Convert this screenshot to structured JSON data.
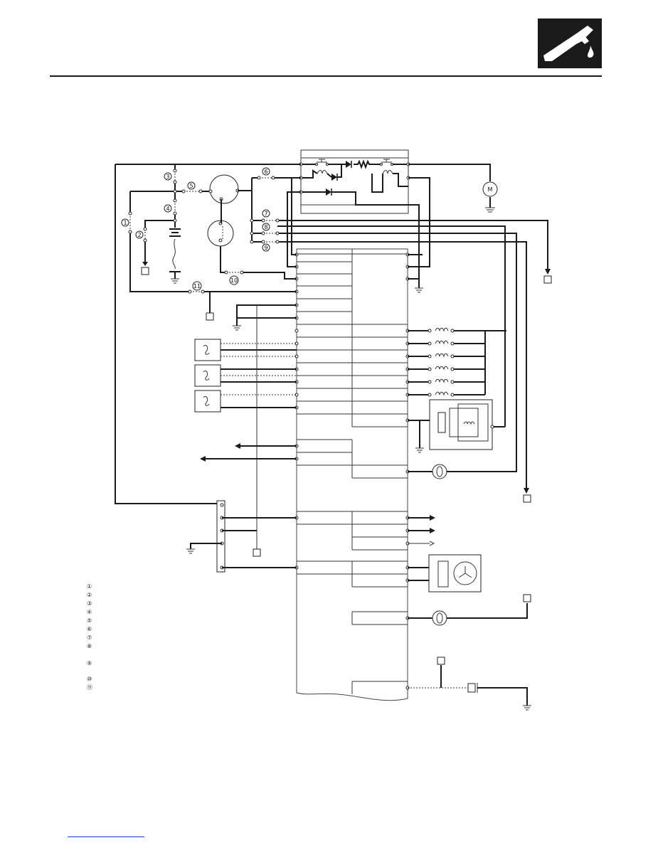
{
  "page": {
    "icon": "fuel-nozzle-icon",
    "colors": {
      "ink": "#1a1a1a",
      "tab": "#1a1a1a",
      "link": "#1a3cff"
    }
  },
  "callouts": [
    {
      "id": "1",
      "symbol": "①"
    },
    {
      "id": "2",
      "symbol": "②"
    },
    {
      "id": "3",
      "symbol": "③"
    },
    {
      "id": "4",
      "symbol": "④"
    },
    {
      "id": "5",
      "symbol": "⑤"
    },
    {
      "id": "6",
      "symbol": "⑥"
    },
    {
      "id": "7",
      "symbol": "⑦"
    },
    {
      "id": "8",
      "symbol": "⑧"
    },
    {
      "id": "9",
      "symbol": "⑨"
    },
    {
      "id": "10",
      "symbol": "⑩"
    },
    {
      "id": "11",
      "symbol": "⑪"
    }
  ],
  "legend": [
    "①",
    "②",
    "③",
    "④",
    "⑤",
    "⑥",
    "⑦",
    "⑧",
    "⑨",
    "⑩",
    "⑪"
  ],
  "components": [
    "battery",
    "ignition-switch",
    "main-relay-box",
    "fuel-pump-motor",
    "engine-control-module",
    "sensor-cam",
    "sensor-crank",
    "sensor-knock",
    "injector-1",
    "injector-2",
    "injector-3",
    "injector-4",
    "injector-5",
    "injector-6",
    "idle-air-control-valve",
    "check-engine-lamp",
    "data-link-connector",
    "alternator",
    "indicator-lamp",
    "immobilizer-coil"
  ]
}
